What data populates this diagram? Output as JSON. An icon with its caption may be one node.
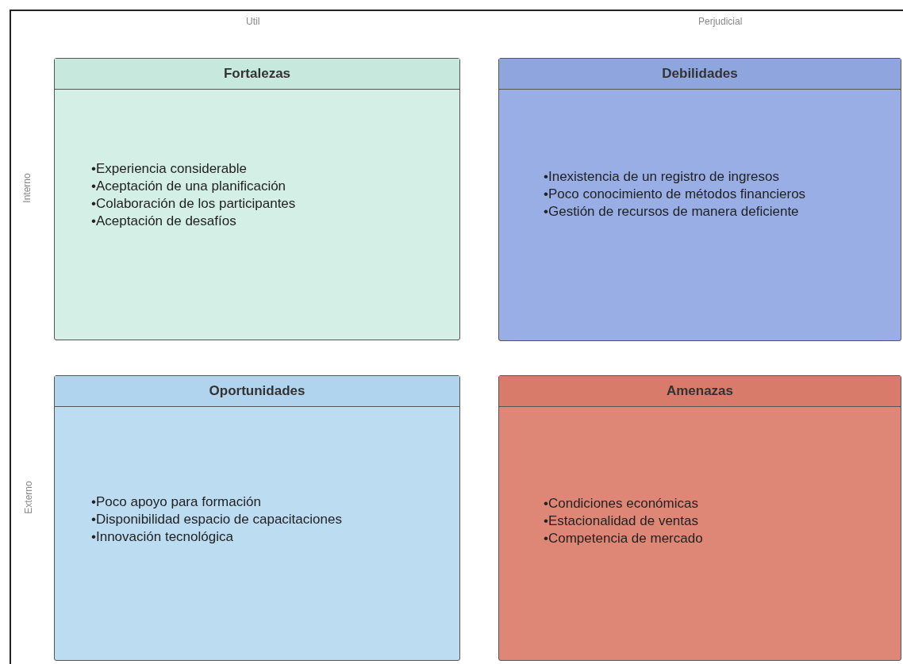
{
  "diagram": {
    "nodes": [
      {
        "text": [
          "Fortalezas",
          "•Experiencia considerable",
          "•Aceptación de una planificación",
          "•Colaboración de los participantes",
          "•Aceptación de desafíos"
        ]
      },
      {
        "text": [
          "Debilidades",
          "•Inexistencia de un registro de ingresos",
          "•Poco conocimiento de métodos financieros",
          "•Gestión de recursos de manera deficiente"
        ]
      },
      {
        "text": [
          "Oportunidades",
          "•Poco apoyo para formación",
          "•Disponibilidad espacio de capacitaciones",
          "•Innovación tecnológica"
        ]
      },
      {
        "text": [
          "Amenazas",
          "•Condiciones económicas",
          "•Estacionalidad de ventas",
          "•Competencia de mercado"
        ]
      }
    ],
    "edges": [],
    "labels": [
      "Util",
      "Perjudicial",
      "Interno",
      "Externo"
    ]
  }
}
